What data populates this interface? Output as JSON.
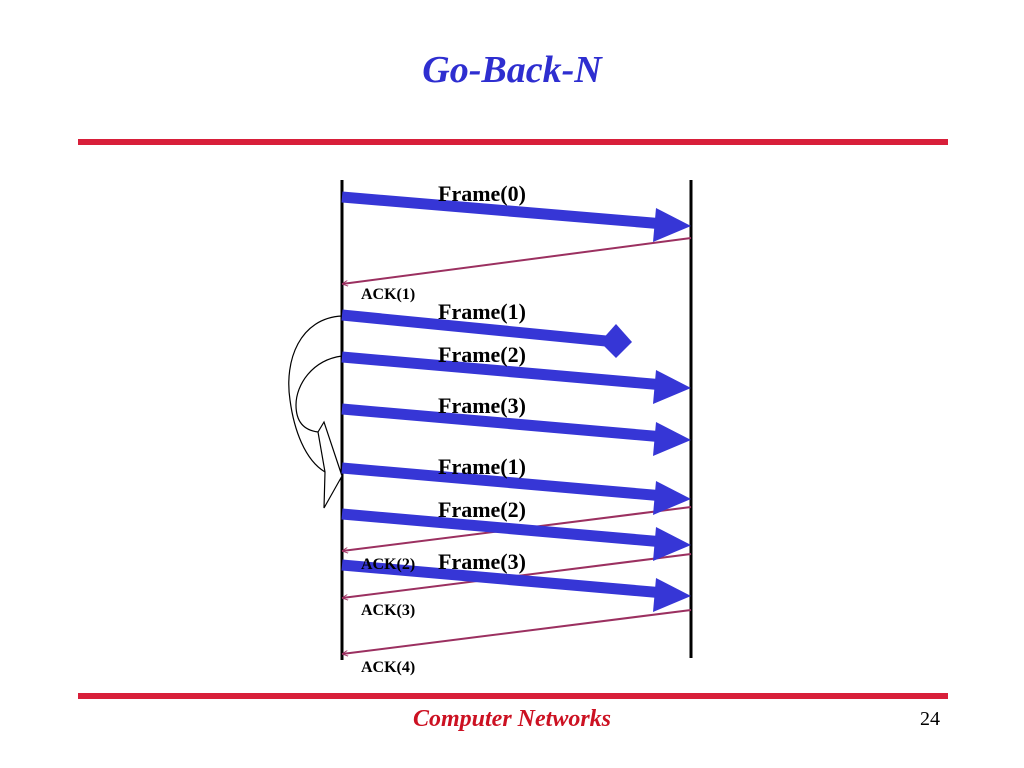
{
  "slide": {
    "title": "Go-Back-N",
    "footer": "Computer Networks",
    "page_number": "24"
  },
  "colors": {
    "title": "#2e2ed0",
    "rule": "#d81f3a",
    "frame_arrow": "#3636d6",
    "ack_arrow": "#9b3060",
    "footer": "#cc1122"
  },
  "diagram": {
    "frames": [
      {
        "label": "Frame(0)",
        "status": "delivered"
      },
      {
        "label": "Frame(1)",
        "status": "lost"
      },
      {
        "label": "Frame(2)",
        "status": "delivered"
      },
      {
        "label": "Frame(3)",
        "status": "delivered"
      },
      {
        "label": "Frame(1)",
        "status": "delivered"
      },
      {
        "label": "Frame(2)",
        "status": "delivered"
      },
      {
        "label": "Frame(3)",
        "status": "delivered"
      }
    ],
    "acks": [
      {
        "label": "ACK(1)"
      },
      {
        "label": "ACK(2)"
      },
      {
        "label": "ACK(3)"
      },
      {
        "label": "ACK(4)"
      }
    ]
  }
}
